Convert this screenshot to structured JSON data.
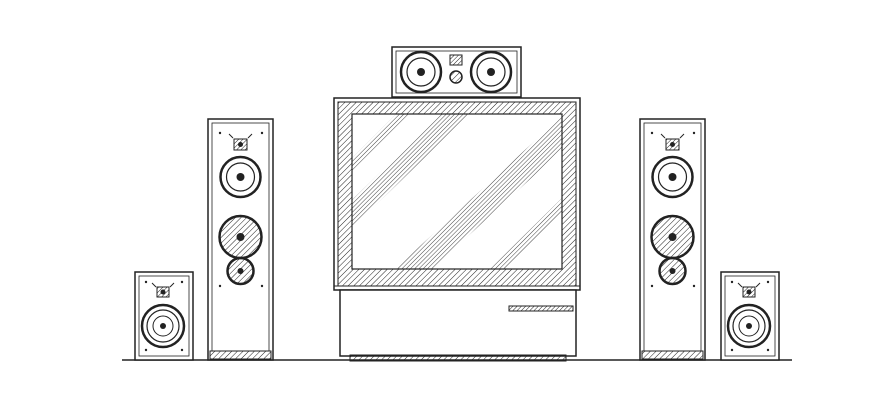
{
  "drawing": {
    "subject": "",
    "stroke_color": "#222222",
    "background_color": "#ffffff",
    "components": [
      {
        "id": "bookshelf-speaker-left",
        "kind": "bookshelf-speaker"
      },
      {
        "id": "tower-speaker-left",
        "kind": "tower-speaker"
      },
      {
        "id": "center-speaker",
        "kind": "center-channel-speaker"
      },
      {
        "id": "television",
        "kind": "crt-television"
      },
      {
        "id": "tv-stand",
        "kind": "stand"
      },
      {
        "id": "tower-speaker-right",
        "kind": "tower-speaker"
      },
      {
        "id": "bookshelf-speaker-right",
        "kind": "bookshelf-speaker"
      },
      {
        "id": "floor-line",
        "kind": "floor"
      }
    ],
    "icons": [
      "speaker-cone-icon",
      "tweeter-icon",
      "woofer-icon",
      "screen-glare-icon"
    ]
  }
}
